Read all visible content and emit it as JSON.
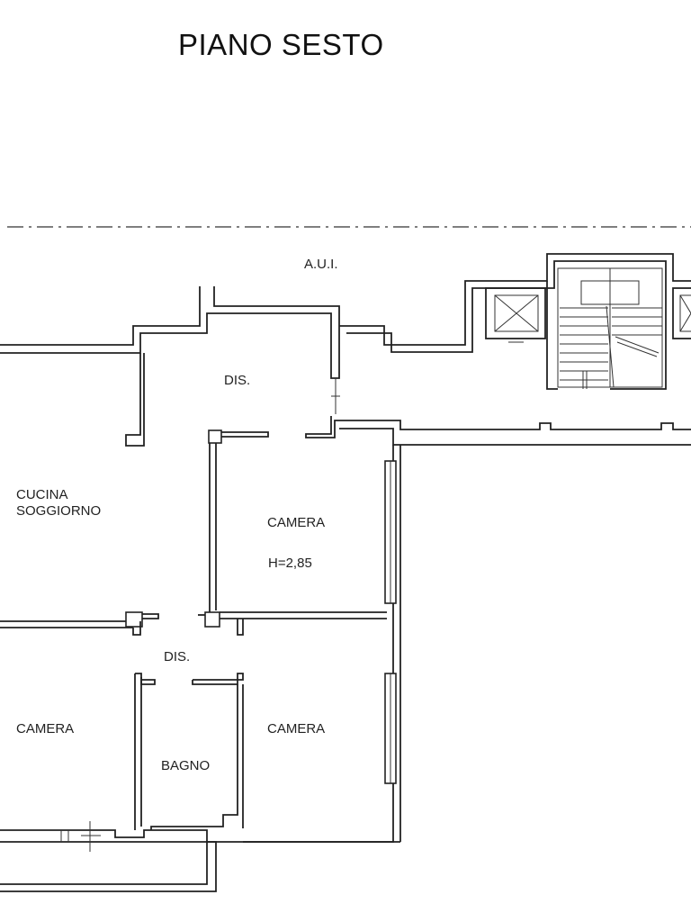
{
  "title": "PIANO SESTO",
  "labels": {
    "aui": "A.U.I.",
    "dis_top": "DIS.",
    "cucina_line1": "CUCINA",
    "cucina_line2": "SOGGIORNO",
    "camera_center": "CAMERA",
    "height": "H=2,85",
    "dis_mid": "DIS.",
    "camera_left": "CAMERA",
    "bagno": "BAGNO",
    "camera_right": "CAMERA"
  }
}
